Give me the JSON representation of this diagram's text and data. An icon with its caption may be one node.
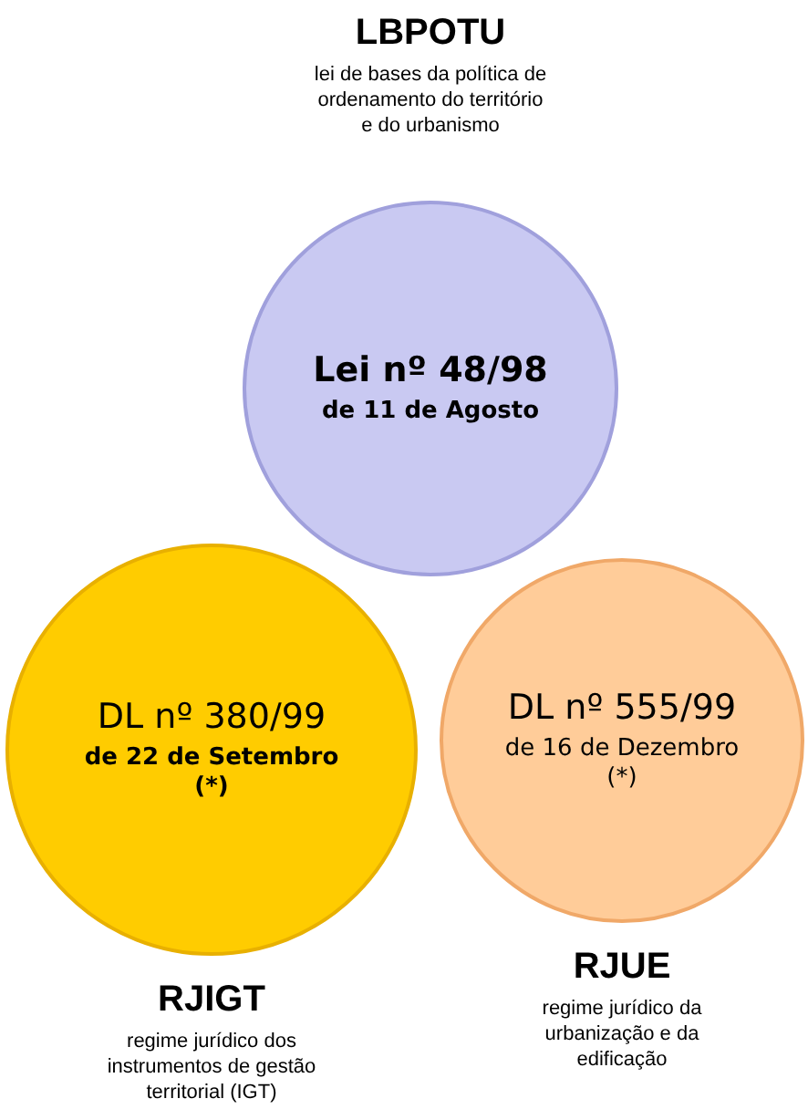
{
  "diagram": {
    "nodes": [
      {
        "text": [
          "LBPOTU",
          "lei de bases da política de ordenamento do território e do urbanismo",
          "Lei nº 48/98",
          "de 11 de Agosto"
        ]
      },
      {
        "text": [
          "DL nº 380/99",
          "de 22 de Setembro",
          "(*)",
          "RJIGT",
          "regime jurídico dos instrumentos de gestão territorial (IGT)"
        ]
      },
      {
        "text": [
          "DL nº 555/99",
          "de 16 de Dezembro",
          "(*)",
          "RJUE",
          "regime jurídico da urbanização e da edificação"
        ]
      }
    ]
  }
}
